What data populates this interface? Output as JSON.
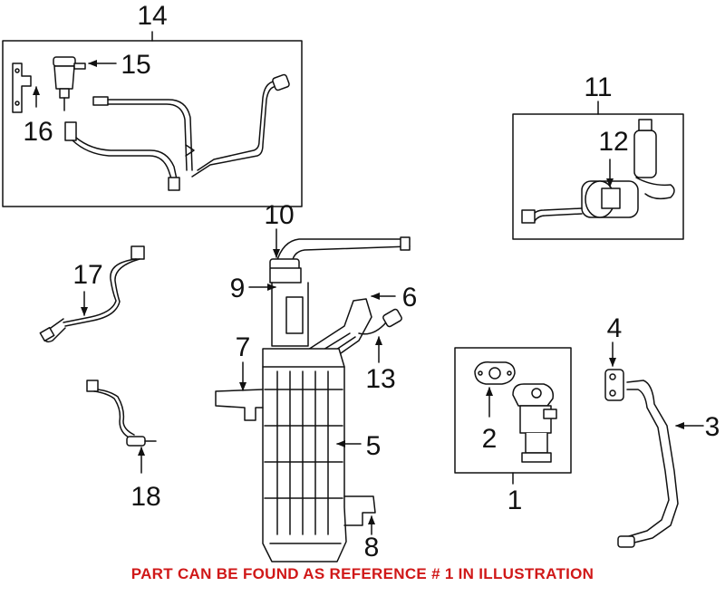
{
  "callouts": {
    "c1": "1",
    "c2": "2",
    "c3": "3",
    "c4": "4",
    "c5": "5",
    "c6": "6",
    "c7": "7",
    "c8": "8",
    "c9": "9",
    "c10": "10",
    "c11": "11",
    "c12": "12",
    "c13": "13",
    "c14": "14",
    "c15": "15",
    "c16": "16",
    "c17": "17",
    "c18": "18"
  },
  "footer_note": "PART CAN BE FOUND AS REFERENCE # 1 IN ILLUSTRATION",
  "colors": {
    "line": "#111111",
    "footer": "#d01818",
    "background": "#ffffff"
  }
}
